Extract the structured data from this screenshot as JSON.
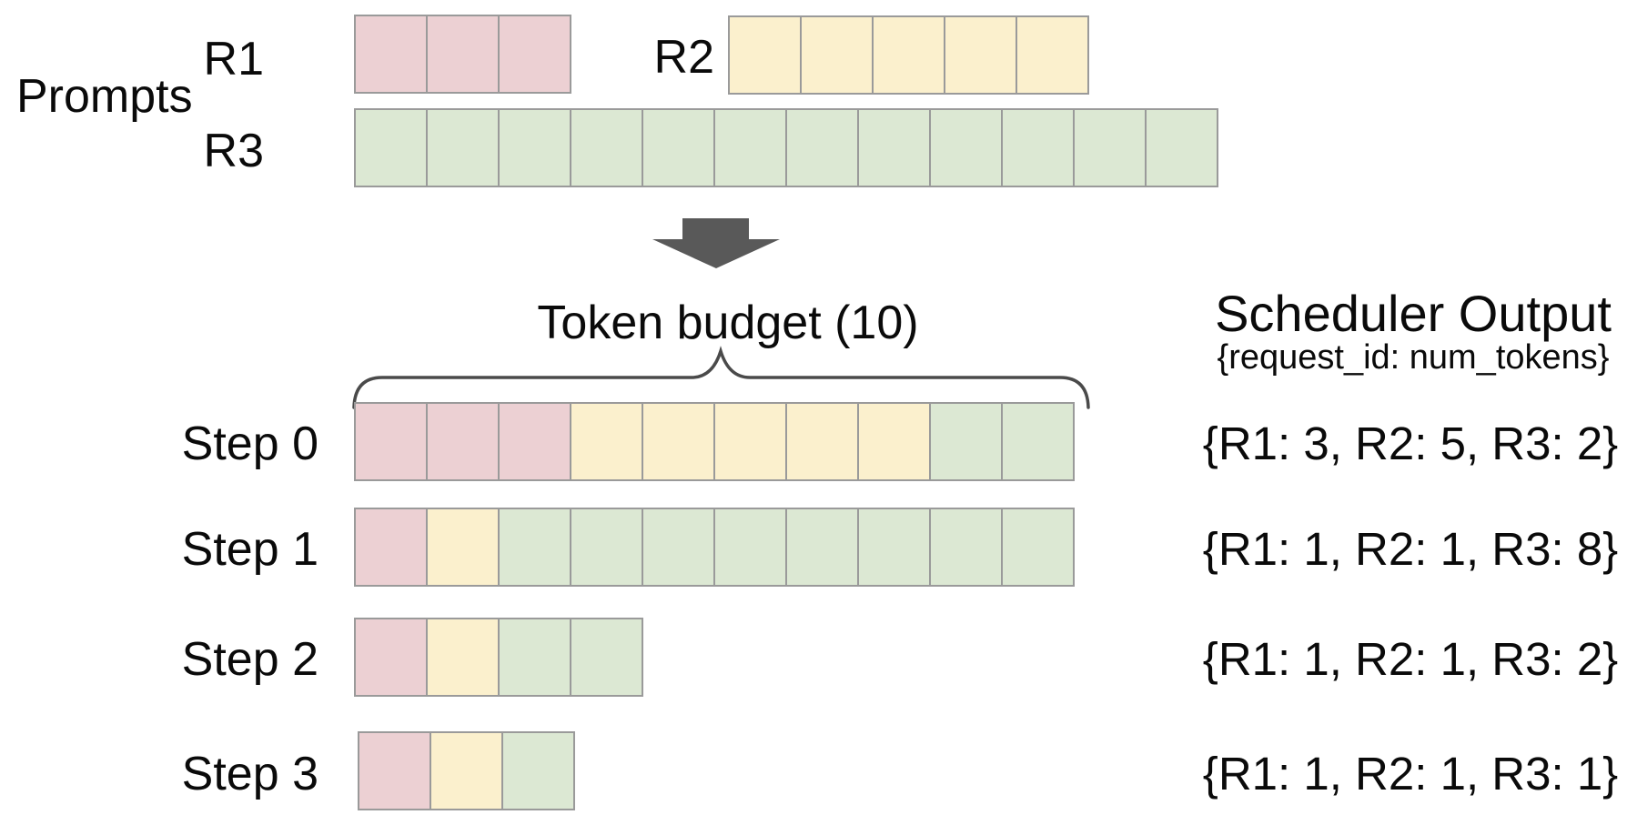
{
  "colors": {
    "R1": "#ecd0d3",
    "R2": "#fbf0cd",
    "R3": "#dce8d3",
    "border": "#9a9a9a",
    "arrow": "#595959",
    "brace": "#4a4a4a",
    "text": "#0a0a0a"
  },
  "prompts": {
    "section_label": "Prompts",
    "requests": [
      {
        "id": "R1",
        "label": "R1",
        "num_tokens": 3
      },
      {
        "id": "R2",
        "label": "R2",
        "num_tokens": 5
      },
      {
        "id": "R3",
        "label": "R3",
        "num_tokens": 12
      }
    ],
    "rows": {
      "r1": [
        {
          "color": "R1",
          "count": 3
        }
      ],
      "r2": [
        {
          "color": "R2",
          "count": 5
        }
      ],
      "r3": [
        {
          "color": "R3",
          "count": 12
        }
      ]
    }
  },
  "token_budget": {
    "label": "Token budget (10)",
    "value": 10
  },
  "scheduler": {
    "title": "Scheduler Output",
    "subtitle": "{request_id: num_tokens}"
  },
  "steps": [
    {
      "label": "Step 0",
      "segments": [
        {
          "color": "R1",
          "count": 3
        },
        {
          "color": "R2",
          "count": 5
        },
        {
          "color": "R3",
          "count": 2
        }
      ],
      "output": "{R1: 3, R2: 5, R3: 2}"
    },
    {
      "label": "Step 1",
      "segments": [
        {
          "color": "R1",
          "count": 1
        },
        {
          "color": "R2",
          "count": 1
        },
        {
          "color": "R3",
          "count": 8
        }
      ],
      "output": "{R1: 1, R2: 1, R3: 8}"
    },
    {
      "label": "Step 2",
      "segments": [
        {
          "color": "R1",
          "count": 1
        },
        {
          "color": "R2",
          "count": 1
        },
        {
          "color": "R3",
          "count": 2
        }
      ],
      "output": "{R1: 1, R2: 1, R3: 2}"
    },
    {
      "label": "Step 3",
      "segments": [
        {
          "color": "R1",
          "count": 1
        },
        {
          "color": "R2",
          "count": 1
        },
        {
          "color": "R3",
          "count": 1
        }
      ],
      "output": "{R1: 1, R2: 1, R3: 1}"
    }
  ]
}
